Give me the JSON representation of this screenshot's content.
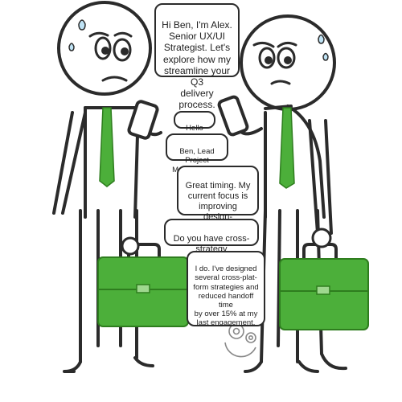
{
  "colors": {
    "accent_green": "#4caf3a",
    "dark_green": "#2e7d1e",
    "outline": "#2b2b2b",
    "sweat": "#bfe3f5"
  },
  "icons": [
    "gears-icon"
  ],
  "dialogue": [
    {
      "speaker": "Alex",
      "text": "Hi Ben, I'm Alex.\nSenior UX/UI\nStrategist. Let's\nexplore how my\nstreamline your Q3\ndelivery process."
    },
    {
      "speaker": "Ben",
      "text": "Hello Alex."
    },
    {
      "speaker": "Ben",
      "text": "Ben, Lead Project\nManager here."
    },
    {
      "speaker": "Alex",
      "text": "Great timing. My\ncurrent focus is\nimproving design-\nto-dev handoffs."
    },
    {
      "speaker": "Ben",
      "text": "Do you have cross-\nstrategy experience?"
    },
    {
      "speaker": "Alex",
      "text": "I do. I've designed\nseveral cross-plat-\nform strategies and\nreduced handoff time\nby over 15% at my\nlast engagement."
    }
  ]
}
